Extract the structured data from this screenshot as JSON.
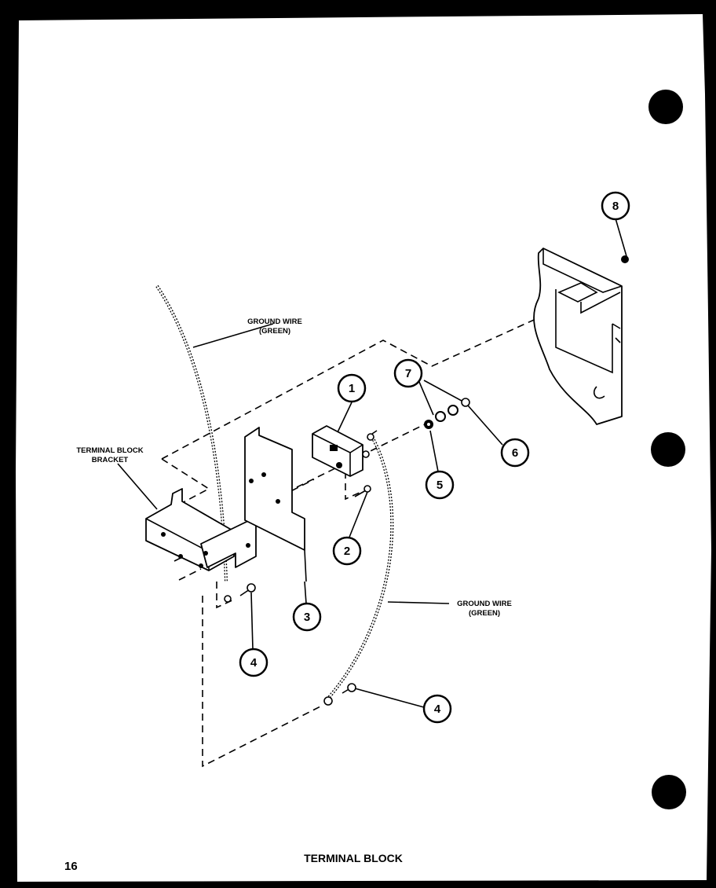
{
  "page": {
    "page_number": "16",
    "title": "TERMINAL BLOCK"
  },
  "labels": {
    "ground_wire_top": [
      "GROUND WIRE",
      "(GREEN)"
    ],
    "ground_wire_bottom": [
      "GROUND WIRE",
      "(GREEN)"
    ],
    "terminal_block_bracket": [
      "TERMINAL BLOCK",
      "BRACKET"
    ]
  },
  "callouts": [
    "1",
    "2",
    "3",
    "4",
    "4",
    "5",
    "6",
    "7",
    "8"
  ],
  "colors": {
    "paper": "#ffffff",
    "ink": "#000000",
    "border": "#000000"
  }
}
